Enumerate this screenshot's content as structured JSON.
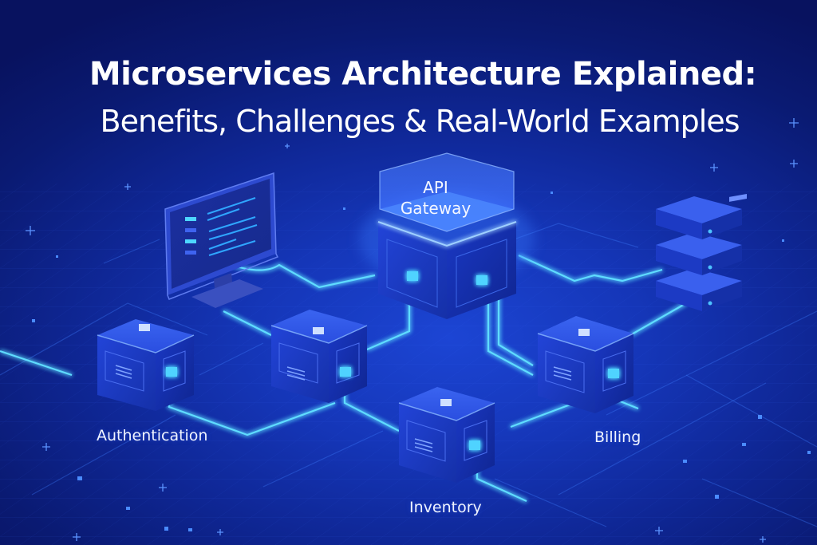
{
  "header": {
    "title": "Microservices Architecture Explained:",
    "subtitle": "Benefits, Challenges & Real-World Examples"
  },
  "diagram": {
    "gateway": {
      "line1": "API",
      "line2": "Gateway"
    },
    "client": {
      "icon": "monitor-icon",
      "label": ""
    },
    "database": {
      "icon": "server-stack-icon",
      "label": ""
    },
    "services": [
      {
        "id": "authentication",
        "label": "Authentication"
      },
      {
        "id": "unlabeled-service",
        "label": ""
      },
      {
        "id": "inventory",
        "label": "Inventory"
      },
      {
        "id": "billing",
        "label": "Billing"
      }
    ],
    "connections": [
      {
        "from": "client",
        "to": "gateway"
      },
      {
        "from": "gateway",
        "to": "database"
      },
      {
        "from": "gateway",
        "to": "unlabeled-service"
      },
      {
        "from": "gateway",
        "to": "billing"
      },
      {
        "from": "authentication",
        "to": "unlabeled-service"
      },
      {
        "from": "unlabeled-service",
        "to": "inventory"
      },
      {
        "from": "inventory",
        "to": "billing"
      },
      {
        "from": "billing",
        "to": "database"
      }
    ]
  },
  "colors": {
    "background_dark": "#08125f",
    "background_mid": "#1536b8",
    "cube_face": "#1e3fd0",
    "glow": "#4fd3ff",
    "text": "#ffffff"
  }
}
